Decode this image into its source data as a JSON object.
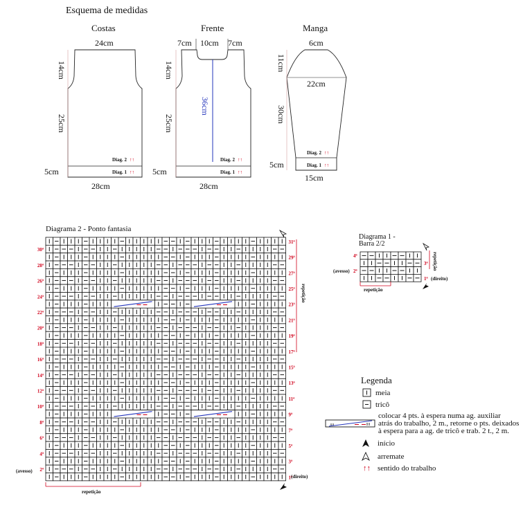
{
  "schema": {
    "title": "Esquema de medidas",
    "costas": {
      "label": "Costas",
      "top": "24cm",
      "arm": "14cm",
      "body": "25cm",
      "rib": "5cm",
      "bottom": "28cm",
      "diag2": "Diag. 2",
      "diag1": "Diag. 1"
    },
    "frente": {
      "label": "Frente",
      "left": "7cm",
      "neck": "10cm",
      "right": "7cm",
      "arm": "14cm",
      "body": "25cm",
      "rib": "5cm",
      "bottom": "28cm",
      "center": "36cm",
      "diag2": "Diag. 2",
      "diag1": "Diag. 1"
    },
    "manga": {
      "label": "Manga",
      "top": "6cm",
      "cap": "11cm",
      "width": "22cm",
      "body": "30cm",
      "rib": "5cm",
      "bottom": "15cm",
      "diag2": "Diag. 2",
      "diag1": "Diag. 1"
    },
    "arrows": "↑↑"
  },
  "diagram2": {
    "title": "Diagrama 2 - Ponto fantasia",
    "repeat_label": "repetição",
    "repeat_side": "repetição",
    "right_rows": [
      "31ª",
      "29ª",
      "27ª",
      "25ª",
      "23ª",
      "21ª",
      "19ª",
      "17ª",
      "15ª",
      "13ª",
      "11ª",
      "9ª",
      "7ª",
      "5ª",
      "3ª",
      "1ª"
    ],
    "left_rows": [
      "30ª",
      "28ª",
      "26ª",
      "24ª",
      "22ª",
      "20ª",
      "18ª",
      "16ª",
      "14ª",
      "12ª",
      "10ª",
      "8ª",
      "6ª",
      "4ª",
      "2ª"
    ],
    "direito": "(direito)",
    "avesso": "(avesso)"
  },
  "diagram1": {
    "title_line1": "Diagrama 1 -",
    "title_line2": "Barra 2/2",
    "row4": "4ª",
    "row3": "3ª",
    "row2": "2ª",
    "row1": "1ª",
    "direito": "(direito)",
    "avesso": "(avesso)",
    "repeat_label": "repetição",
    "repeat_side": "repetição"
  },
  "legend": {
    "title": "Legenda",
    "meia": "meia",
    "trico": "tricô",
    "cable_1": "colocar 4 pts. à espera numa ag. auxiliar",
    "cable_2": "atrás do trabalho, 2 m., retorne o pts. deixados",
    "cable_3": "à espera para a ag. de tricô e trab. 2 t., 2 m.",
    "inicio": "início",
    "arremate": "arremate",
    "sentido": "sentido do trabalho",
    "arrows": "↑↑"
  }
}
